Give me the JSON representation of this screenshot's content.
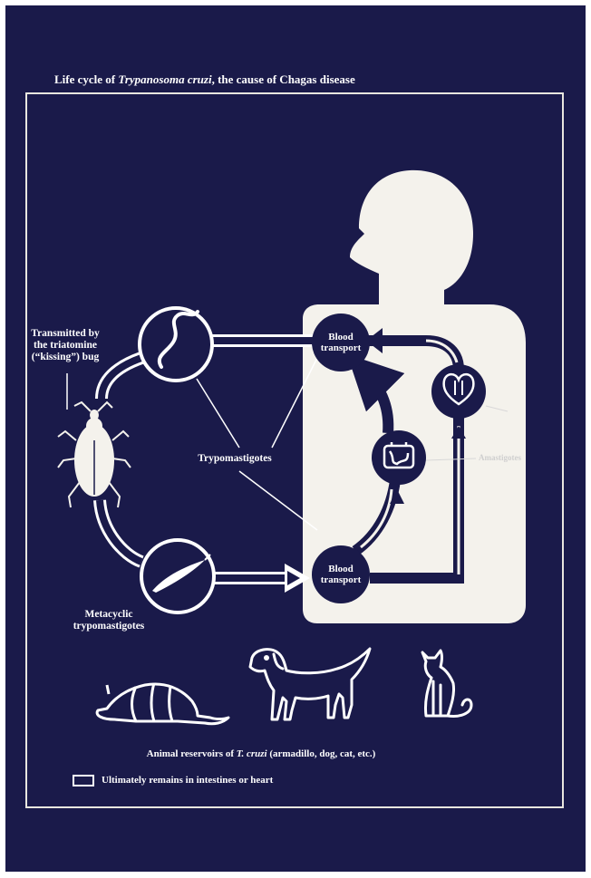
{
  "title": {
    "prefix": "Life cycle of ",
    "species": "Trypanosoma cruzi",
    "suffix": ", the cause of Chagas disease"
  },
  "labels": {
    "vector": "Transmitted by\nthe triatomine\n(“kissing”) bug",
    "trypomastigotes": "Trypomastigotes",
    "metacyclic": "Metacyclic\ntrypomastigotes",
    "blood_transport_top": "Blood\ntransport",
    "blood_transport_bottom": "Blood\ntransport",
    "amastigotes_faint": "Amastigotes"
  },
  "reservoirs": {
    "caption_prefix": "Animal reservoirs of ",
    "caption_species": "T. cruzi",
    "caption_suffix": " (armadillo, dog, cat, etc.)"
  },
  "legend": {
    "text": "Ultimately remains in intestines or heart"
  },
  "icons": [
    "trypomastigote-icon",
    "metacyclic-trypomastigote-icon",
    "kissing-bug-icon",
    "human-silhouette-icon",
    "heart-icon",
    "intestine-icon",
    "armadillo-icon",
    "dog-icon",
    "cat-icon"
  ],
  "colors": {
    "background": "#1a1a4a",
    "foreground": "#ffffff",
    "silhouette": "#f4f2ec"
  }
}
